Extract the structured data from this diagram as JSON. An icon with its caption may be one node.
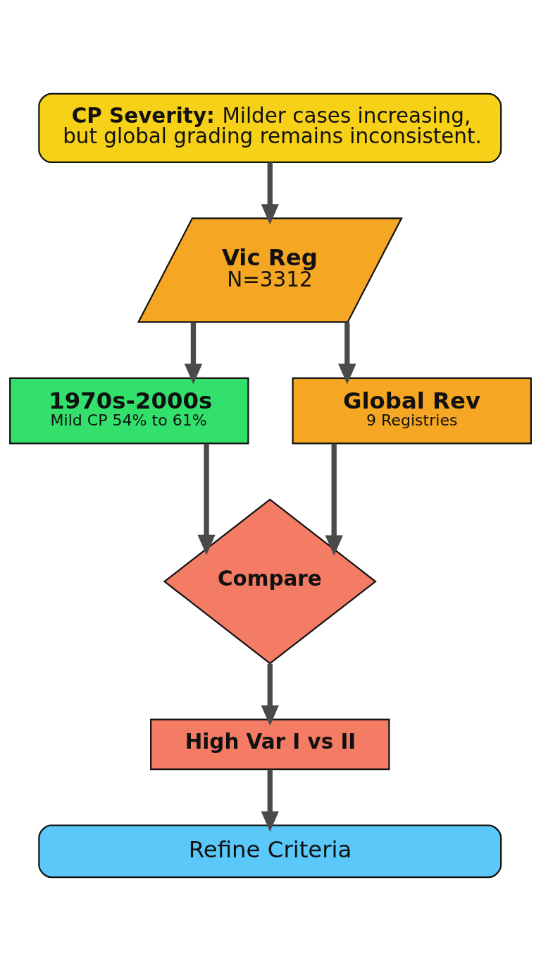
{
  "diagram": {
    "nodes": [
      {
        "text": [
          "**CP Severity:** Milder cases increasing, but global grading remains inconsistent."
        ]
      },
      {
        "text": [
          "Vic Reg",
          "N=3312"
        ]
      },
      {
        "text": [
          "1970s-2000s",
          "Mild CP 54% to 61%"
        ]
      },
      {
        "text": [
          "Global Rev",
          "9 Registries"
        ]
      },
      {
        "text": [
          "Compare"
        ]
      },
      {
        "text": [
          "High Var I vs II"
        ]
      },
      {
        "text": [
          "Refine Criteria"
        ]
      }
    ],
    "edges": [
      {
        "from": 0,
        "to": 1,
        "arrow": "to"
      },
      {
        "from": 1,
        "to": 2,
        "arrow": "to"
      },
      {
        "from": 1,
        "to": 3,
        "arrow": "to"
      },
      {
        "from": 2,
        "to": 4,
        "arrow": "to"
      },
      {
        "from": 3,
        "to": 4,
        "arrow": "to"
      },
      {
        "from": 4,
        "to": 5,
        "arrow": "to"
      },
      {
        "from": 5,
        "to": 6,
        "arrow": "to"
      }
    ]
  }
}
